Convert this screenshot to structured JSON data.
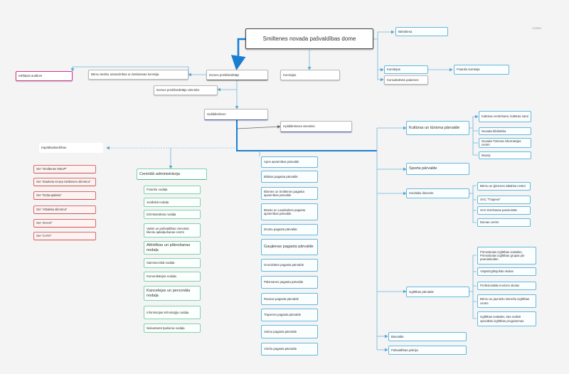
{
  "corner_label": "17/2024",
  "nodes": {
    "dome": "Smiltenes novada pašvaldības dome",
    "iekseja_audita": "Iekšējais auditors",
    "bernu_tiesibu": "Bērnu tiesību aizsardzības un bāriņtiesas komisija",
    "domes_priekssedetajs": "Domes priekšsēdētājs",
    "komisijas": "Komisijas",
    "dpv": "Domes priekšsēdētāja vietnieks",
    "izpilddirektors": "Izpilddirektors",
    "izpilddirektora_vietnieks": "Izpilddirektora vietnieks",
    "kapitalsabiedribas": "Kapitālsabiedrības",
    "sia": [
      "SIA \"Smiltenes NKUP\"",
      "SIA \"Daukstu Kroņa Smiltenes slimnīca\"",
      "SIA \"Dziļa aptieka\"",
      "SIA \"Atbalsta slimnīca\"",
      "SIA \"ZAAO\"",
      "SIA \"CATA\""
    ],
    "bariņtiesa": "Bāriņtiesa",
    "komitejas": "Komitejas",
    "finansu_komiteja": "Finanšu komiteja",
    "konsultativas_padomes": "Konsultatīvās padomes",
    "centrala_admin": "Centrālā administrācija",
    "admin_items": [
      "Finanšu nodaļa",
      "Juridiskā nodaļa",
      "Dzimtsarakstu nodaļa",
      "Valsts un pašvaldības vienotais klientu apkalpošanas centrs",
      "Attīstības un plānošanas nodaļa",
      "Saimnieciskā nodaļa",
      "Komunikācijas nodaļa",
      "Kancelejas un personāla nodaļa",
      "Informācijas tehnoloģiju nodaļa",
      "Nekustamā īpašuma nodaļa"
    ],
    "pagasti": [
      "Apes apvienības pārvalde",
      "Bilskas pagasta pārvalde",
      "Blomes un Smiltenes pagasta apvienības pārvalde",
      "Brantu un Launkalnes pagastu apvienības pārvalde",
      "Drustu pagasta pārvalde",
      "Gaujienas pagasta pārvalde",
      "Grundzāles pagasta pārvalde",
      "Palsmanes pagasta pārvalde",
      "Raunas pagasta pārvalde",
      "Trapenes pagasta pārvalde",
      "Variņu pagasta pārvalde",
      "Virešu pagasta pārvalde"
    ],
    "kulturas": "Kultūras un tūrisma pārvalde",
    "kulturas_items": [
      "Kultūras centri/nami, kultūras nami",
      "Novada bibliotēka",
      "Novada Tūrisma informācijas centrs",
      "Muzeji"
    ],
    "sporta": "Sporta pārvalde",
    "socialais": "Sociālais dienests",
    "socialais_items": [
      "Bērnu un ģimenes atbalsta centrs",
      "SAC \"Trapene\"",
      "SAC Dzelzavas pansionāts",
      "Dienas centrs"
    ],
    "izglitibas": "Izglītības pārvalde",
    "izglitibas_items": [
      "Pirmsskolas izglītības iestādes, Pirmsskolas izglītības grupas pie pamatskolām",
      "Vispārizglītojošās skolas",
      "Profesionālās ievirzes skolas",
      "Bērnu un jauniešu interešu izglītības centrs",
      "Izglītības iestādes, kas realizē speciālās izglītības programmas"
    ],
    "buvvalde": "Būvvalde",
    "policija": "Pašvaldības policija"
  }
}
